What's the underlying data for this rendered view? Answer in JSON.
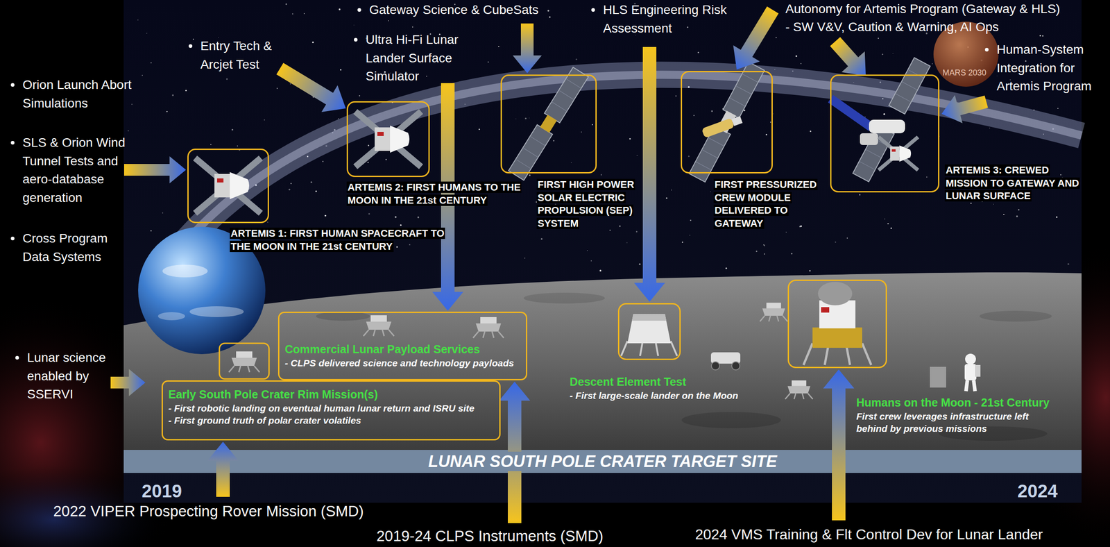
{
  "diagram": {
    "nodes": [
      {
        "text": [
          "ARTEMIS 1: FIRST HUMAN SPACECRAFT TO THE MOON IN THE 21st CENTURY"
        ]
      },
      {
        "text": [
          "ARTEMIS 2: FIRST HUMANS TO THE MOON IN THE 21st CENTURY"
        ]
      },
      {
        "text": [
          "FIRST HIGH POWER SOLAR ELECTRIC PROPULSION (SEP) SYSTEM"
        ]
      },
      {
        "text": [
          "FIRST PRESSURIZED CREW MODULE DELIVERED TO GATEWAY"
        ]
      },
      {
        "text": [
          "ARTEMIS 3: CREWED MISSION TO GATEWAY AND LUNAR SURFACE"
        ]
      },
      {
        "text": [
          "Commercial Lunar Payload Services",
          "- CLPS delivered science and technology payloads"
        ]
      },
      {
        "text": [
          "Descent Element Test",
          "- First large-scale lander on the Moon"
        ]
      },
      {
        "text": [
          "Humans on the Moon - 21st Century",
          "First crew leverages infrastructure left behind by previous missions"
        ]
      },
      {
        "text": [
          "Early South Pole Crater Rim Mission(s)",
          "- First robotic landing on eventual human lunar return and ISRU site",
          "- First ground truth of polar crater volatiles"
        ]
      },
      {
        "text": [
          "LUNAR SOUTH POLE CRATER TARGET SITE"
        ]
      }
    ],
    "labels": [
      "Gateway Science & CubeSats",
      "HLS Engineering Risk Assessment",
      "Autonomy for Artemis Program (Gateway & HLS)",
      "- SW V&V, Caution & Warning, AI Ops",
      "Entry Tech & Arcjet Test",
      "Ultra Hi-Fi Lunar Lander Surface Simulator",
      "Human-System Integration for Artemis Program",
      "MARS 2030",
      "Orion Launch Abort Simulations",
      "SLS & Orion Wind Tunnel Tests and aero-database generation",
      "Cross Program Data Systems",
      "Lunar science enabled by SSERVI",
      "2019",
      "2024",
      "2022 VIPER Prospecting Rover Mission (SMD)",
      "2019-24 CLPS Instruments (SMD)",
      "2024 VMS Training & Flt Control Dev for Lunar Lander"
    ]
  }
}
